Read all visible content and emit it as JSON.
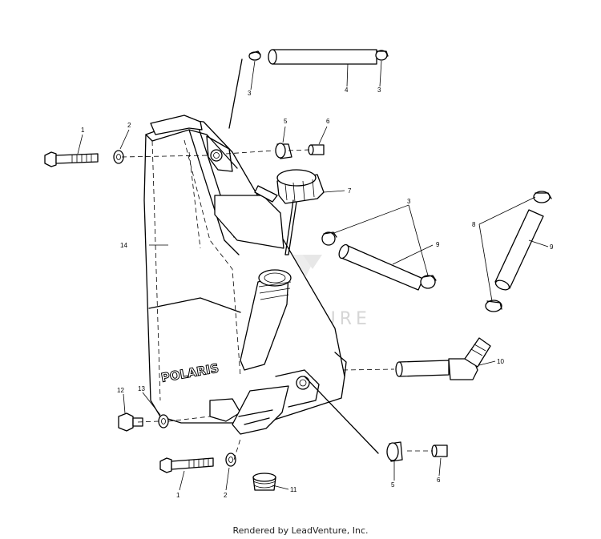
{
  "diagram": {
    "watermark": "LEADVENTURE",
    "logo_text": "POLARIS",
    "callouts": {
      "c1a": "1",
      "c1b": "1",
      "c2a": "2",
      "c2b": "2",
      "c3a": "3",
      "c3b": "3",
      "c3c": "3",
      "c4": "4",
      "c5a": "5",
      "c5b": "5",
      "c6a": "6",
      "c6b": "6",
      "c7": "7",
      "c8": "8",
      "c9a": "9",
      "c9b": "9",
      "c10": "10",
      "c11": "11",
      "c12": "12",
      "c13": "13",
      "c14": "14"
    }
  },
  "footer": {
    "text": "Rendered by LeadVenture, Inc."
  }
}
